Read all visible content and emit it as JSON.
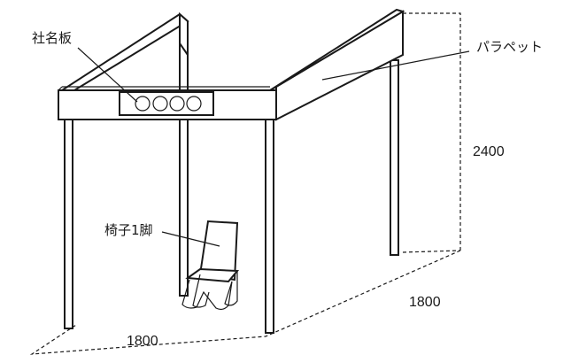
{
  "labels": {
    "sign_board": "社名板",
    "parapet": "パラペット",
    "chair": "椅子1脚"
  },
  "dimensions": {
    "height": "2400",
    "depth": "1800",
    "width": "1800"
  },
  "colors": {
    "line": "#1a1a1a",
    "background": "#ffffff"
  }
}
